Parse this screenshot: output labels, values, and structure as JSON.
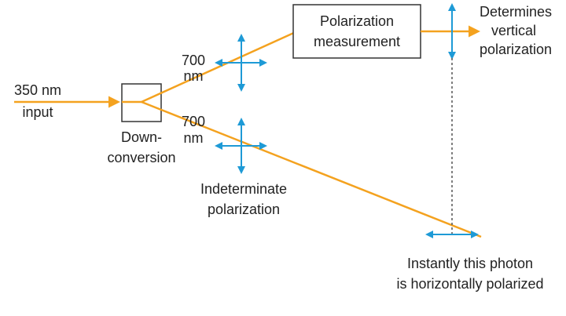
{
  "colors": {
    "beam": "#f4a21f",
    "polarization_arrow": "#1e9ad6",
    "box_stroke": "#333333",
    "text": "#222222",
    "dashed_line": "#555555"
  },
  "labels": {
    "input_line1": "350 nm",
    "input_line2": "input",
    "downconversion_line1": "Down-",
    "downconversion_line2": "conversion",
    "upper_wavelength_line1": "700",
    "upper_wavelength_line2": "nm",
    "lower_wavelength_line1": "700",
    "lower_wavelength_line2": "nm",
    "measurement_line1": "Polarization",
    "measurement_line2": "measurement",
    "determines_line1": "Determines",
    "determines_line2": "vertical",
    "determines_line3": "polarization",
    "indeterminate_line1": "Indeterminate",
    "indeterminate_line2": "polarization",
    "instantly_line1": "Instantly this photon",
    "instantly_line2": "is horizontally polarized"
  }
}
